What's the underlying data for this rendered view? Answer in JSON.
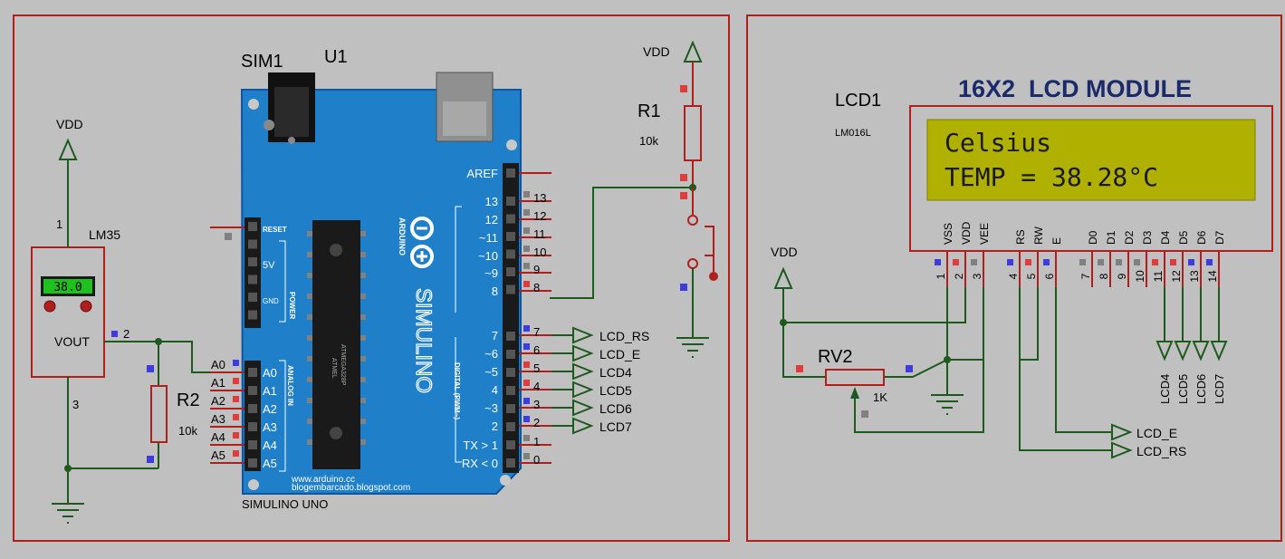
{
  "colors": {
    "background": "#c0c0c0",
    "frame": "#b01e1e",
    "wire": "#1e5a1e",
    "board": "#1f7fc8",
    "lcd_bg": "#b0b000",
    "pin_red": "#e03c3c",
    "pin_blue": "#3c3ce0",
    "pin_gray": "#808080"
  },
  "power": {
    "vdd": "VDD"
  },
  "lm35": {
    "pin1": "1",
    "name": "LM35",
    "display_value": "38.0",
    "vout": "VOUT",
    "pin2": "2",
    "pin3": "3"
  },
  "r2": {
    "name": "R2",
    "value": "10k"
  },
  "r1": {
    "name": "R1",
    "value": "10k"
  },
  "sim1": {
    "name": "SIM1"
  },
  "u1": {
    "name": "U1"
  },
  "arduino": {
    "reset_label": "RESET",
    "power_5v": "5V",
    "power_gnd": "GND",
    "power_label": "POWER",
    "analog_label": "ANALOG IN",
    "analog_pins": [
      "A0",
      "A1",
      "A2",
      "A3",
      "A4",
      "A5"
    ],
    "digital_label": "DIGITAL (PWM~)",
    "aref": "AREF",
    "digital_inner": [
      "13",
      "12",
      "~11",
      "~10",
      "~9",
      "8",
      "7",
      "~6",
      "~5",
      "4",
      "~3",
      "2",
      "TX > 1",
      "RX < 0"
    ],
    "digital_outer": [
      "13",
      "12",
      "11",
      "10",
      "9",
      "8",
      "7",
      "6",
      "5",
      "4",
      "3",
      "2",
      "1",
      "0"
    ],
    "chip_text1": "ATMEL",
    "chip_text2": "ATMEGA328P",
    "brand_arduino": "ARDUINO",
    "brand_simulino": "SIMULINO",
    "url1": "www.arduino.cc",
    "url2": "blogembarcado.blogspot.com",
    "model": "SIMULINO UNO"
  },
  "left_lcd_labels": [
    "LCD_RS",
    "LCD_E",
    "LCD4",
    "LCD5",
    "LCD6",
    "LCD7"
  ],
  "lcd": {
    "name": "LCD1",
    "model": "LM016L",
    "title": "16X2  LCD MODULE",
    "line1": "Celsius",
    "line2": "TEMP = 38.28°C",
    "pin_names": [
      "VSS",
      "VDD",
      "VEE",
      "RS",
      "RW",
      "E",
      "D0",
      "D1",
      "D2",
      "D3",
      "D4",
      "D5",
      "D6",
      "D7"
    ],
    "pin_numbers": [
      "1",
      "2",
      "3",
      "4",
      "5",
      "6",
      "7",
      "8",
      "9",
      "10",
      "11",
      "12",
      "13",
      "14"
    ],
    "bus_labels": [
      "LCD4",
      "LCD5",
      "LCD6",
      "LCD7"
    ]
  },
  "rv2": {
    "name": "RV2",
    "value": "1K"
  },
  "right_lcd_labels": [
    "LCD_E",
    "LCD_RS"
  ]
}
